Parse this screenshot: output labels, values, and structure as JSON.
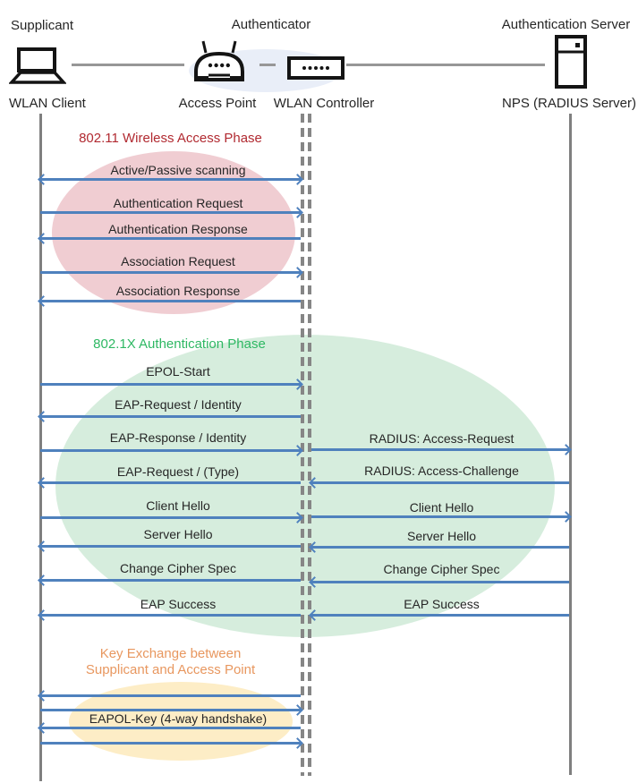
{
  "diagram": {
    "actors": {
      "supplicant": {
        "role": "Supplicant",
        "device": "WLAN Client"
      },
      "authenticator": {
        "role": "Authenticator",
        "access_point": "Access Point",
        "controller": "WLAN Controller"
      },
      "server": {
        "role": "Authentication Server",
        "device": "NPS (RADIUS Server)"
      }
    },
    "phases": {
      "wireless": {
        "title": "802.11 Wireless Access Phase",
        "color": "#b12a31"
      },
      "dot1x": {
        "title": "802.1X Authentication Phase",
        "color": "#2eb863"
      },
      "key_exchange": {
        "title_line1": "Key Exchange between",
        "title_line2": "Supplicant and Access Point",
        "color": "#e8975f"
      }
    },
    "messages": {
      "left": [
        {
          "label": "Active/Passive scanning",
          "direction": "both"
        },
        {
          "label": "Authentication Request",
          "direction": "right"
        },
        {
          "label": "Authentication Response",
          "direction": "left"
        },
        {
          "label": "Association Request",
          "direction": "right"
        },
        {
          "label": "Association Response",
          "direction": "left"
        },
        {
          "label": "EPOL-Start",
          "direction": "right"
        },
        {
          "label": "EAP-Request / Identity",
          "direction": "left"
        },
        {
          "label": "EAP-Response / Identity",
          "direction": "right"
        },
        {
          "label": "EAP-Request / (Type)",
          "direction": "left"
        },
        {
          "label": "Client Hello",
          "direction": "right"
        },
        {
          "label": "Server Hello",
          "direction": "left"
        },
        {
          "label": "Change Cipher Spec",
          "direction": "left"
        },
        {
          "label": "EAP Success",
          "direction": "left"
        },
        {
          "label": "EAPOL-Key (4-way handshake)",
          "direction": "left,right,left,right"
        }
      ],
      "right": [
        {
          "label": "RADIUS: Access-Request",
          "direction": "right"
        },
        {
          "label": "RADIUS: Access-Challenge",
          "direction": "left"
        },
        {
          "label": "Client Hello",
          "direction": "right"
        },
        {
          "label": "Server Hello",
          "direction": "left"
        },
        {
          "label": "Change Cipher Spec",
          "direction": "left"
        },
        {
          "label": "EAP Success",
          "direction": "left"
        }
      ]
    },
    "colors": {
      "arrow": "#4f81bd",
      "lifeline": "#7f7f7f",
      "wireless_phase_fill": "#f0cdd2",
      "dot1x_phase_fill": "#d6eddd",
      "key_exchange_fill": "#fdedc6",
      "authenticator_fill": "#e9eef8"
    }
  }
}
